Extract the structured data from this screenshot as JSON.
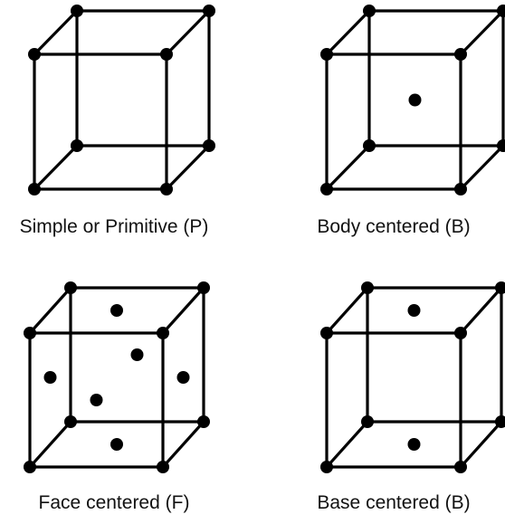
{
  "colors": {
    "line": "#000000",
    "atom": "#000000",
    "background": "#ffffff"
  },
  "lattices": [
    {
      "label": "Simple or Primitive (P)",
      "type": "P",
      "extra_atoms": []
    },
    {
      "label": "Body centered (B)",
      "type": "I",
      "extra_atoms": [
        "body-center"
      ]
    },
    {
      "label": "Face centered (F)",
      "type": "F",
      "extra_atoms": [
        "face-front",
        "face-back",
        "face-left",
        "face-right",
        "face-top",
        "face-bottom"
      ]
    },
    {
      "label": "Base centered (B)",
      "type": "C",
      "extra_atoms": [
        "face-top",
        "face-bottom"
      ]
    }
  ]
}
